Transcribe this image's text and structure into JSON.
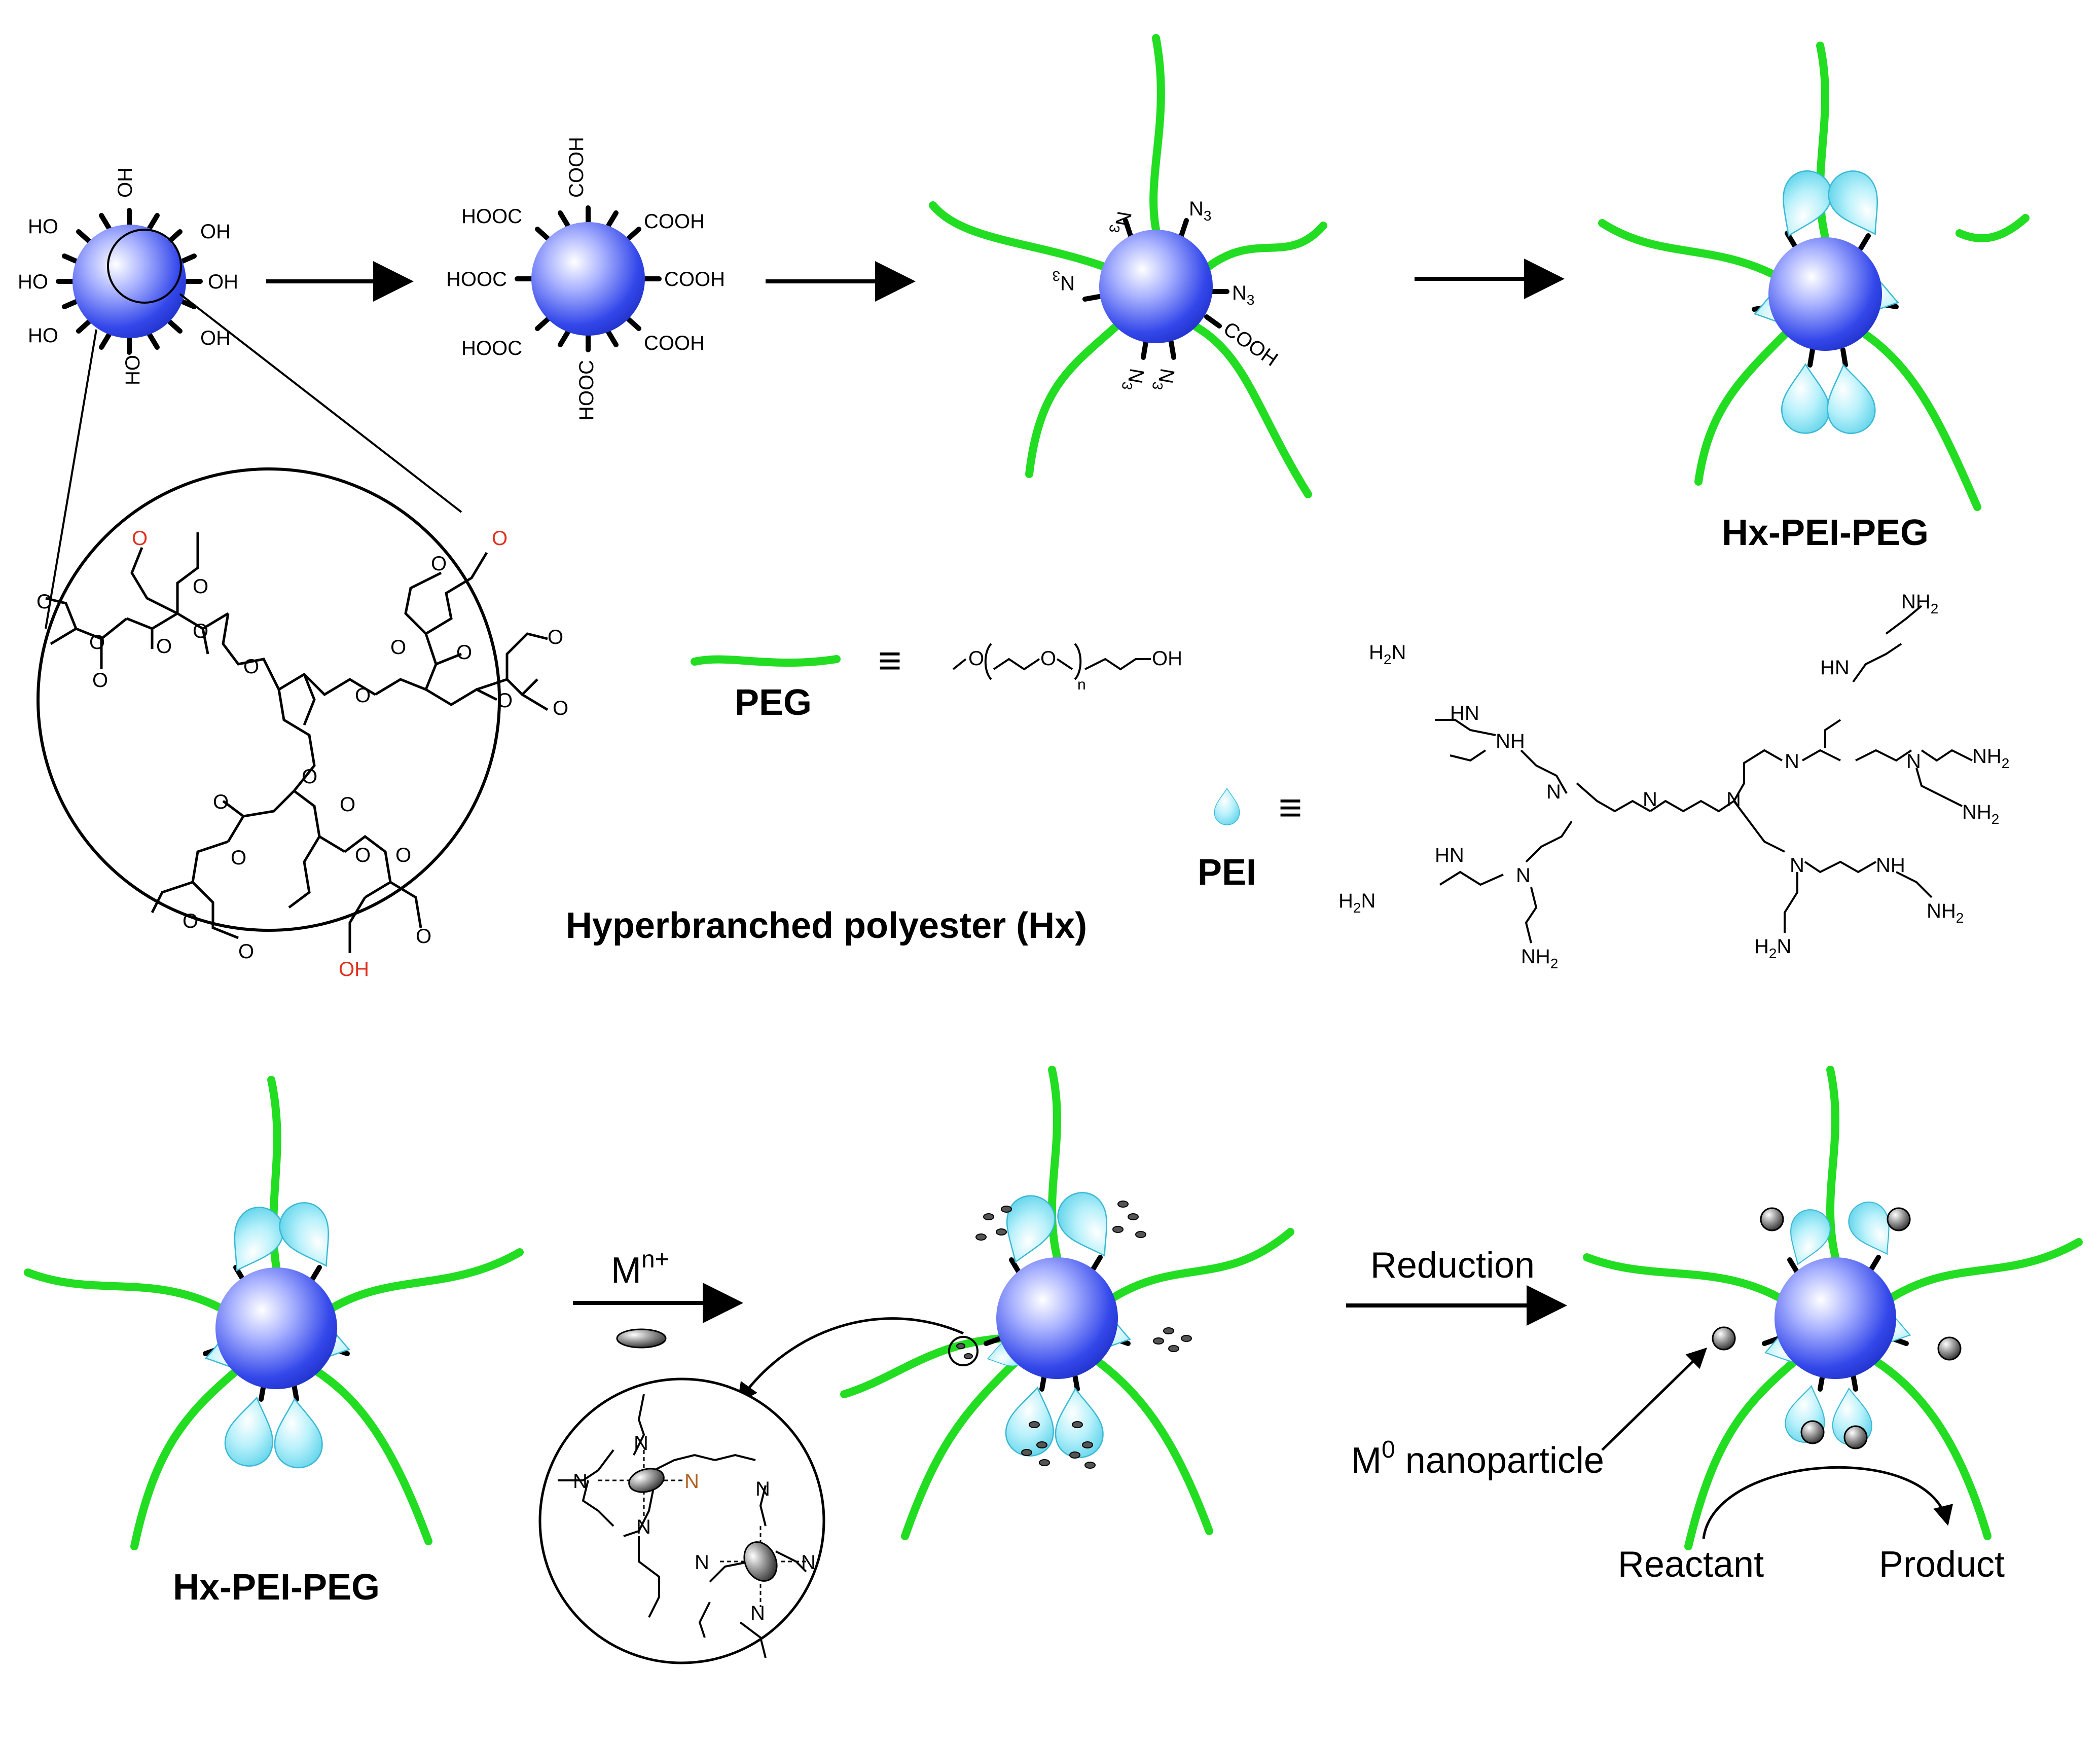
{
  "colors": {
    "core_fill": "#4a5cf0",
    "core_highlight": "#ffffff",
    "peg_green": "#22dd22",
    "pei_cyan": "#8ae6f5",
    "ester_red": "#e03020"
  },
  "icons": [
    "hyperbranched-polyester-core-icon",
    "peg-chain-icon",
    "pei-droplet-icon",
    "metal-ion-icon",
    "metal-nanoparticle-icon"
  ],
  "labels": {
    "hxpeipeg_top": "Hx-PEI-PEG",
    "hxpeipeg_bottom": "Hx-PEI-PEG",
    "hx_caption": "Hyperbranched polyester (Hx)",
    "peg": "PEG",
    "pei": "PEI",
    "equiv": "≡",
    "metal_ion": "M",
    "metal_ion_sup": "n+",
    "reduction": "Reduction",
    "m0": "M",
    "m0_sup": "0",
    "nanoparticle": " nanoparticle",
    "reactant": "Reactant",
    "product": "Product"
  },
  "groups": {
    "oh": "OH",
    "ho": "HO",
    "cooh": "COOH",
    "hooc": "HOOC",
    "n3": "N",
    "n3_sub": "3",
    "o": "O",
    "n": "N",
    "nh": "NH",
    "hn": "HN",
    "h2n": "H",
    "nh2": "NH",
    "sub2": "2",
    "peg_n": "n"
  }
}
